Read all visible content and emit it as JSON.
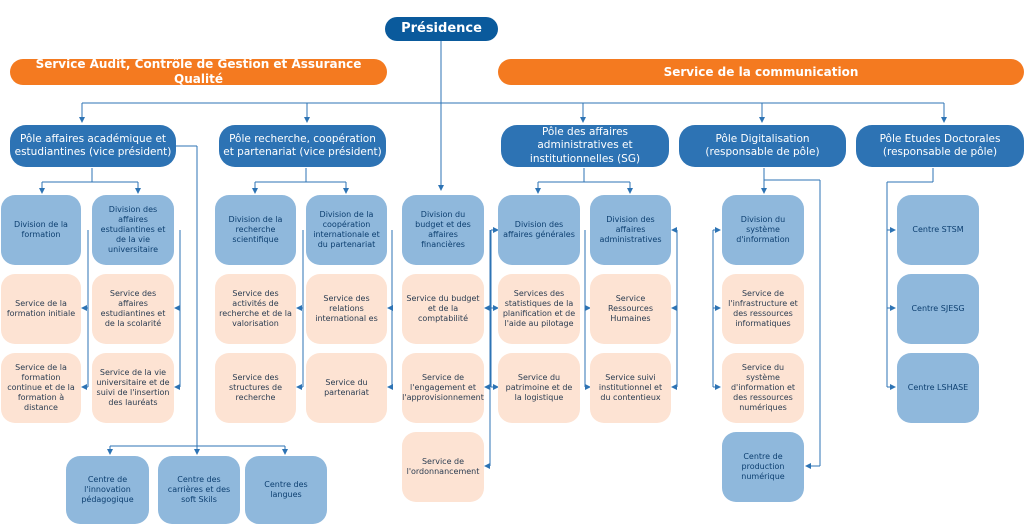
{
  "presidence": "Présidence",
  "audit": "Service Audit, Contrôle de Gestion et Assurance Qualité",
  "communication": "Service de la communication",
  "poles": {
    "p1": "Pôle affaires académique et estudiantines (vice président)",
    "p2": "Pôle recherche, coopération et partenariat (vice président)",
    "p3": "Pôle des affaires administratives et institutionnelles (SG)",
    "p4": "Pôle Digitalisation (responsable de pôle)",
    "p5": "Pôle Etudes Doctorales (responsable de pôle)"
  },
  "p1": {
    "div_formation": "Division de la formation",
    "div_affaires": "Division des affaires estudiantines et de la vie universitaire",
    "s_formation_initiale": "Service de la formation initiale",
    "s_formation_continue": "Service de la formation continue et de la formation à distance",
    "s_scolarite": "Service des affaires estudiantines et de la scolarité",
    "s_vie_univ": "Service de la vie universitaire et de suivi de l'insertion des lauréats"
  },
  "centres1": {
    "innovation": "Centre de l'innovation pédagogique",
    "carrieres": "Centre des carrières et des soft Skils",
    "langues": "Centre des langues"
  },
  "p2": {
    "div_recherche": "Division de la recherche scientifique",
    "div_coop": "Division de la coopération internationale et du partenariat",
    "s_activites": "Service des activités de recherche et de la valorisation",
    "s_structures": "Service des structures de recherche",
    "s_relations": "Service des relations international es",
    "s_partenariat": "Service du partenariat"
  },
  "budget": {
    "div_budget": "Division du budget et des affaires financières",
    "s_budget": "Service du budget et de la comptabilité",
    "s_engagement": "Service de l'engagement et l'approvisionnement",
    "s_ordonnancement": "Service de l'ordonnancement"
  },
  "p3": {
    "div_generales": "Division des affaires générales",
    "div_admin": "Division des affaires administratives",
    "s_statistiques": "Services des statistiques de la planification et de l'aide au pilotage",
    "s_patrimoine": "Service du patrimoine et de la logistique",
    "s_rh": "Service Ressources Humaines",
    "s_suivi": "Service suivi institutionnel et du contentieux"
  },
  "p4": {
    "div_systeme": "Division du système d'information",
    "s_infra": "Service de l'infrastructure et des ressources informatiques",
    "s_systeme": "Service du système d'information et des ressources numériques",
    "centre_production": "Centre de production numérique"
  },
  "p5": {
    "stsm": "Centre STSM",
    "sjesg": "Centre SJESG",
    "lshase": "Centre LSHASE"
  },
  "colors": {
    "presidence": "#0a5a9c",
    "orange": "#f47a20",
    "pole": "#2d73b4",
    "division": "#8fb8dc",
    "service": "#fde3d3",
    "connector": "#2d73b4"
  }
}
